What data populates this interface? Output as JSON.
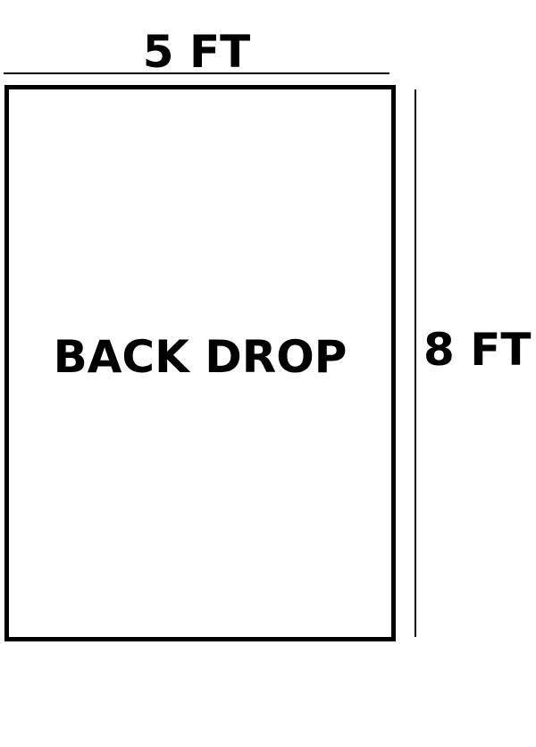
{
  "diagram": {
    "width_label": "5 FT",
    "height_label": "8 FT",
    "backdrop_label": "BACK DROP"
  }
}
